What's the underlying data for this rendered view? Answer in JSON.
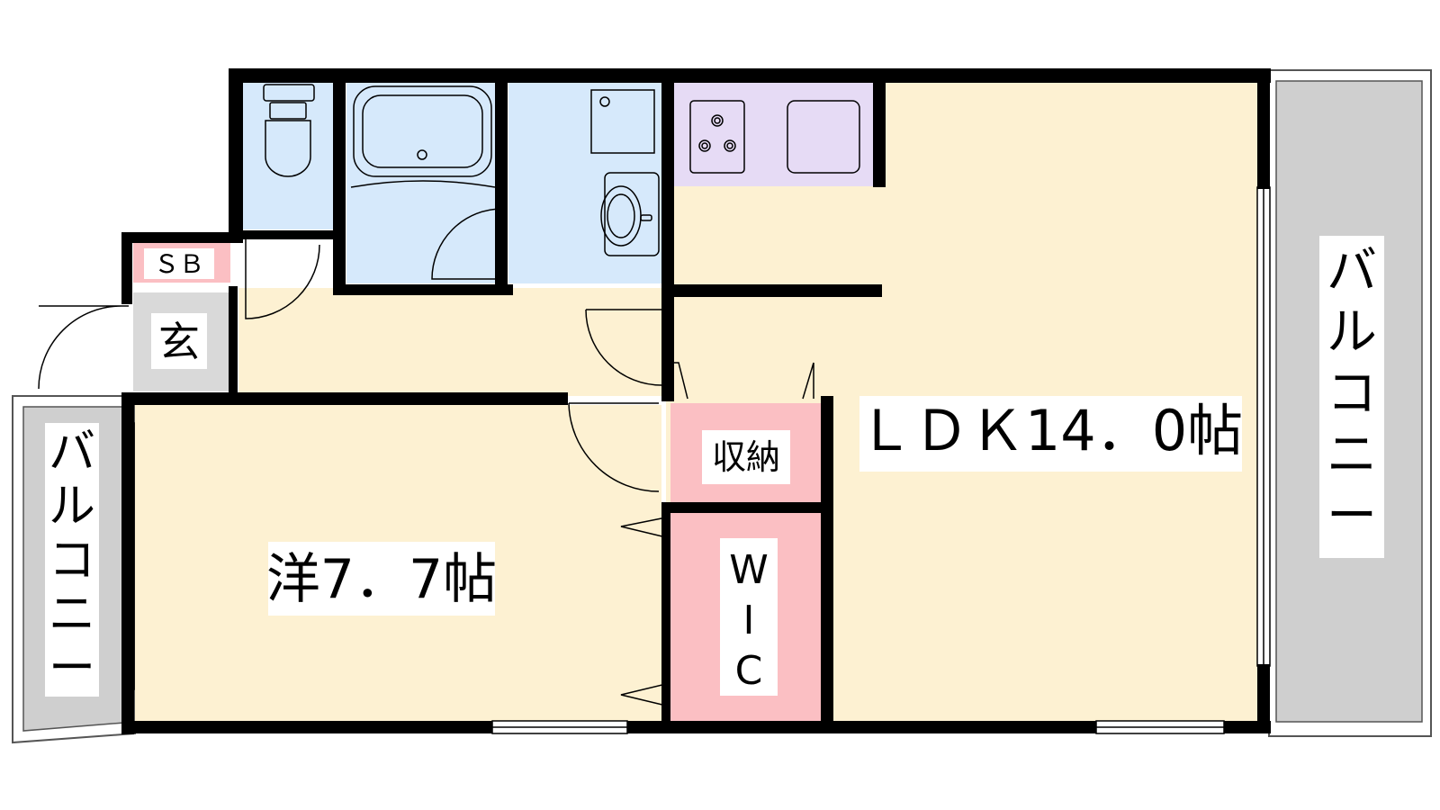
{
  "rooms": {
    "ldk": "ＬＤＫ14．0帖",
    "western": "洋7．7帖",
    "storage": "収納",
    "wic": [
      "W",
      "I",
      "C"
    ],
    "entrance": "玄",
    "shoe_box": "ＳＢ",
    "balcony_right": [
      "バ",
      "ル",
      "コ",
      "ニ",
      "ー"
    ],
    "balcony_left": [
      "バ",
      "ル",
      "コ",
      "ニ",
      "ー"
    ]
  },
  "colors": {
    "living_floor": "#fdf1d2",
    "wet_area": "#d6e9fb",
    "kitchen": "#e6dbf5",
    "storage": "#fbbfc3",
    "balcony": "#cfcfcf",
    "entrance": "#d9d9d9",
    "wall": "#000000"
  }
}
